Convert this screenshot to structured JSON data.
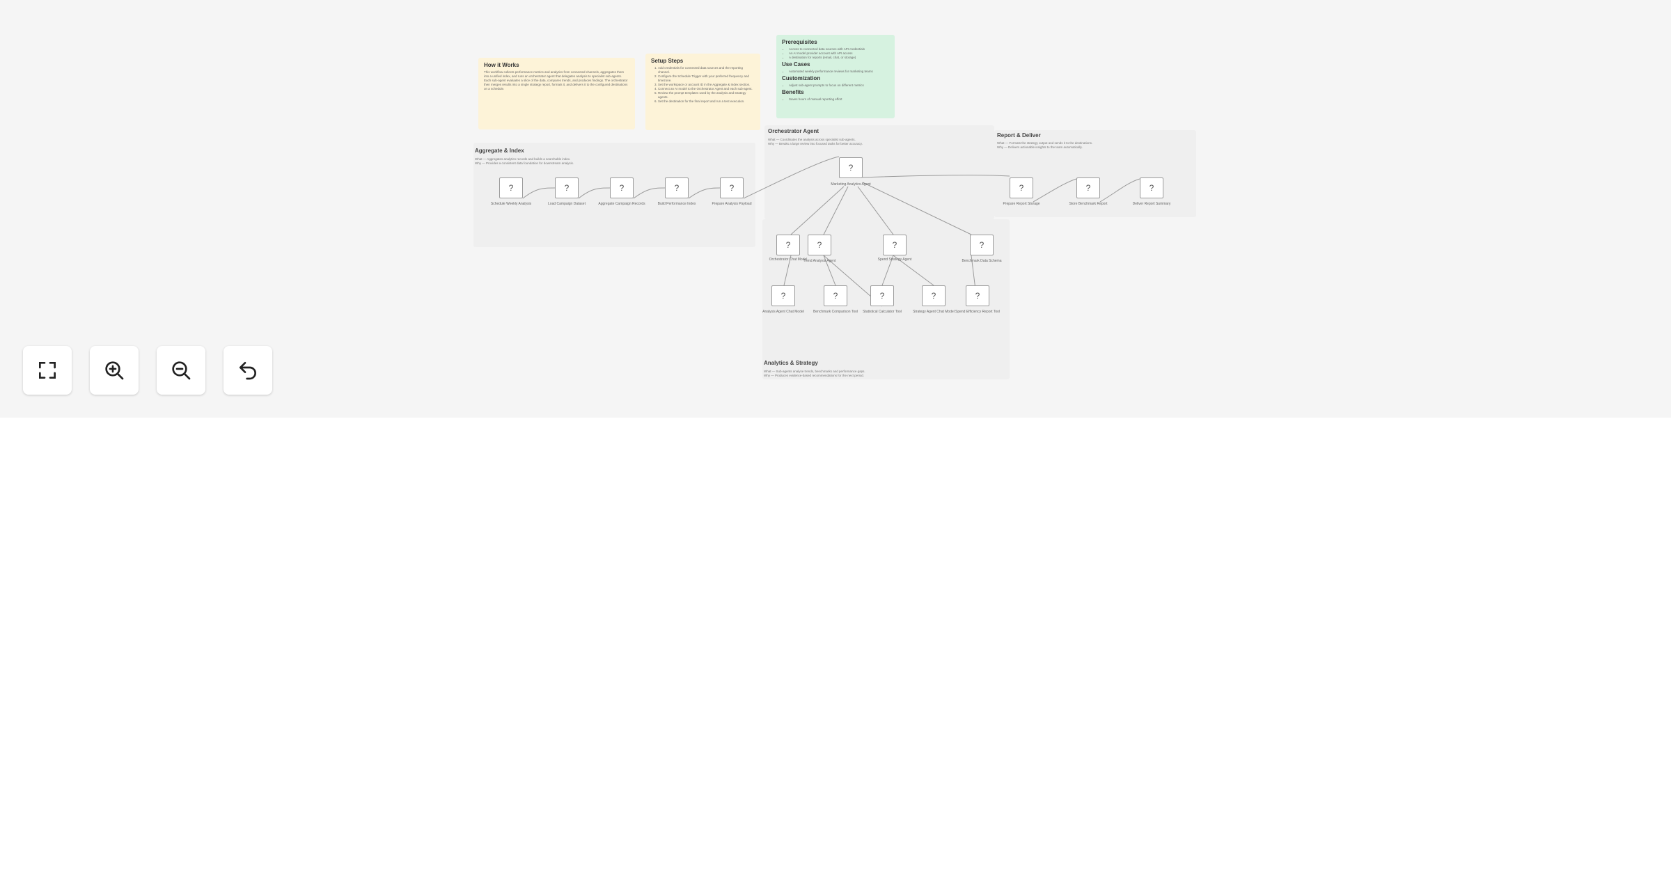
{
  "notes": {
    "how_it_works": {
      "title": "How it Works",
      "body": "This workflow collects performance metrics and analytics from connected channels, aggregates them into a unified index, and runs an orchestrator agent that delegates analysis to specialist sub-agents. Each sub-agent evaluates a slice of the data, compares trends, and produces findings. The orchestrator then merges results into a single strategy report, formats it, and delivers it to the configured destinations on a schedule."
    },
    "setup_steps": {
      "title": "Setup Steps",
      "steps": [
        "Add credentials for connected data sources and the reporting channel.",
        "Configure the Schedule Trigger with your preferred frequency and timezone.",
        "Set the workspace or account ID in the Aggregate & Index section.",
        "Connect an AI model to the Orchestrator Agent and each sub-agent.",
        "Review the prompt templates used by the analysis and strategy agents.",
        "Set the destination for the final report and run a test execution."
      ]
    },
    "prerequisites": {
      "title": "Prerequisites",
      "items": [
        "Access to connected data sources with API credentials",
        "An AI model provider account with API access",
        "A destination for reports (email, chat, or storage)"
      ],
      "use_cases_title": "Use Cases",
      "use_cases": [
        "Automated weekly performance reviews for marketing teams"
      ],
      "customization_title": "Customization",
      "customization": [
        "Adjust sub-agent prompts to focus on different metrics"
      ],
      "benefits_title": "Benefits",
      "benefits": [
        "Saves hours of manual reporting effort"
      ]
    }
  },
  "groups": {
    "aggregate": {
      "title": "Aggregate & Index",
      "what": "What — Aggregates analytics records and builds a searchable index.",
      "why": "Why — Provides a consistent data foundation for downstream analysis."
    },
    "orchestrator": {
      "title": "Orchestrator Agent",
      "what": "What — Coordinates the analysis across specialist sub-agents.",
      "why": "Why — Breaks a large review into focused tasks for better accuracy."
    },
    "report": {
      "title": "Report & Deliver",
      "what": "What — Formats the strategy output and sends it to the destinations.",
      "why": "Why — Delivers actionable insights to the team automatically."
    },
    "analytics": {
      "title": "Analytics & Strategy",
      "what": "What — Sub-agents analyse trends, benchmarks and performance gaps.",
      "why": "Why — Produces evidence-based recommendations for the next period."
    }
  },
  "nodes": {
    "n1": {
      "icon": "?",
      "label": "Schedule Weekly Analysis"
    },
    "n2": {
      "icon": "?",
      "label": "Load Campaign Dataset"
    },
    "n3": {
      "icon": "?",
      "label": "Aggregate Campaign Records"
    },
    "n4": {
      "icon": "?",
      "label": "Build Performance Index"
    },
    "n5": {
      "icon": "?",
      "label": "Prepare Analysis Payload"
    },
    "n6": {
      "icon": "?",
      "label": "Marketing Analytics Agent"
    },
    "n7": {
      "icon": "?",
      "label": "Prepare Report Storage"
    },
    "n8": {
      "icon": "?",
      "label": "Store Benchmark Report"
    },
    "n9": {
      "icon": "?",
      "label": "Deliver Report Summary"
    },
    "n10": {
      "icon": "?",
      "label": "Orchestrator Chat Model"
    },
    "n11": {
      "icon": "?",
      "label": "Trend Analysis Agent"
    },
    "n12": {
      "icon": "?",
      "label": "Spend Strategy Agent"
    },
    "n13": {
      "icon": "?",
      "label": "Benchmark Data Schema"
    },
    "n14": {
      "icon": "?",
      "label": "Analysis Agent Chat Model"
    },
    "n15": {
      "icon": "?",
      "label": "Benchmark Comparison Tool"
    },
    "n16": {
      "icon": "?",
      "label": "Statistical Calculator Tool"
    },
    "n17": {
      "icon": "?",
      "label": "Strategy Agent Chat Model"
    },
    "n18": {
      "icon": "?",
      "label": "Spend Efficiency Report Tool"
    }
  },
  "controls": {
    "fit": {
      "icon": "fit-view-icon"
    },
    "zoom_in": {
      "icon": "zoom-in-icon"
    },
    "zoom_out": {
      "icon": "zoom-out-icon"
    },
    "undo": {
      "icon": "undo-icon"
    }
  }
}
